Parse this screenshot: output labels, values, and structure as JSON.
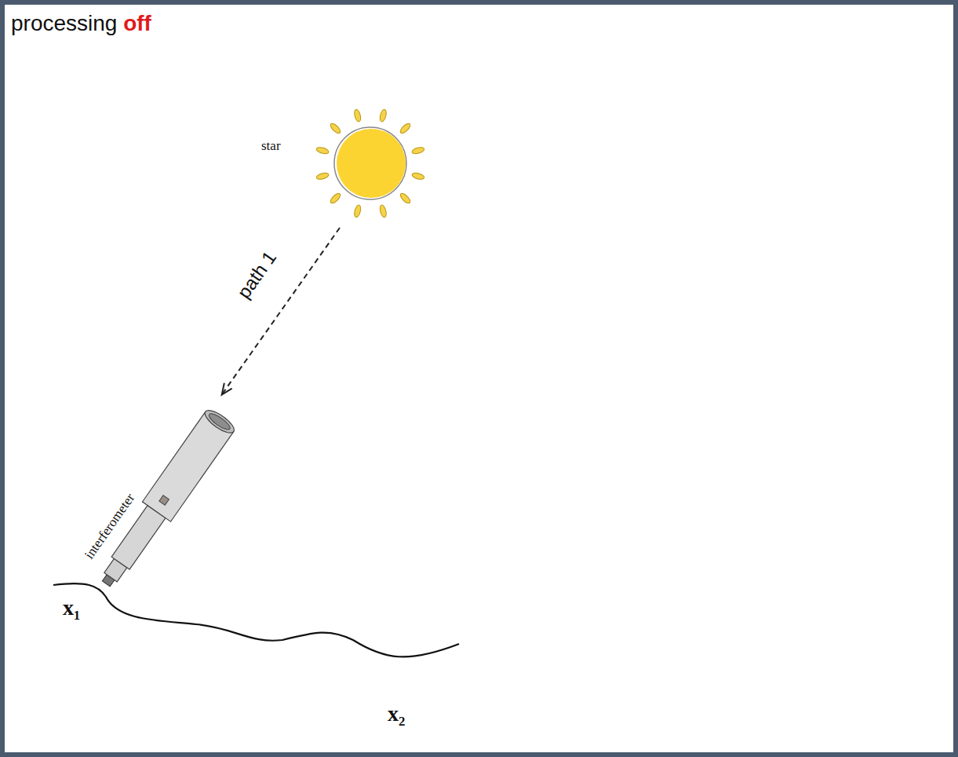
{
  "diagram": {
    "nodes": [
      {
        "text": [
          "star"
        ]
      },
      {
        "text": [
          "interferometer"
        ]
      }
    ],
    "edges": [
      {
        "from": 0,
        "to": 1,
        "label": "path 1",
        "arrow": "to"
      }
    ],
    "labels": [
      "processing",
      "off",
      "x₁",
      "x₂"
    ]
  }
}
